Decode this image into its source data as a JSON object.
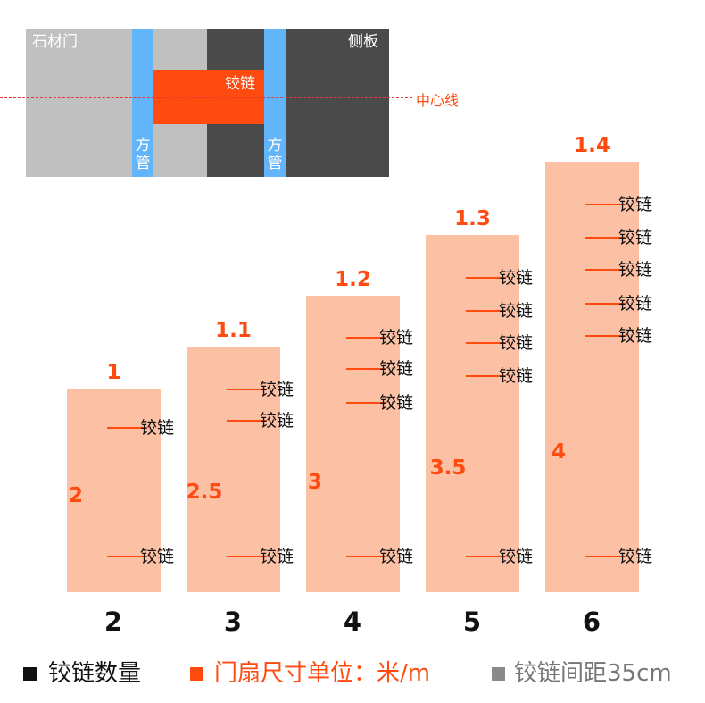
{
  "diagram": {
    "stone_door_label": "石材门",
    "side_panel_label": "侧板",
    "hinge_label": "铰链",
    "tube_label_1": "方管",
    "tube_label_2": "方管",
    "center_line_label": "中心线",
    "colors": {
      "stone": "#c0c0c0",
      "side": "#4a4a4a",
      "tube": "#62b4fb",
      "hinge": "#ff4a10",
      "center": "#e53935"
    }
  },
  "chart_data": {
    "type": "bar",
    "categories": [
      "2",
      "3",
      "4",
      "5",
      "6"
    ],
    "door_heights": [
      1,
      1.1,
      1.2,
      1.3,
      1.4
    ],
    "door_height_labels": [
      "1",
      "1.1",
      "1.2",
      "1.3",
      "1.4"
    ],
    "door_values": [
      2,
      2.5,
      3,
      3.5,
      4
    ],
    "door_value_labels": [
      "2",
      "2.5",
      "3",
      "3.5",
      "4"
    ],
    "hinge_counts": [
      2,
      3,
      4,
      5,
      6
    ],
    "hinge_label": "铰链",
    "hinge_spacing_cm": 35,
    "colors": {
      "door": "#fcc0a5",
      "value": "#ff4a10",
      "hinge_line": "#ff4a10"
    }
  },
  "legend": {
    "items": [
      {
        "label": "铰链数量",
        "color": "#111111"
      },
      {
        "label": "门扇尺寸单位：米/m",
        "color": "#ff4a10"
      },
      {
        "label": "铰链间距35cm",
        "color": "#777777"
      }
    ]
  }
}
